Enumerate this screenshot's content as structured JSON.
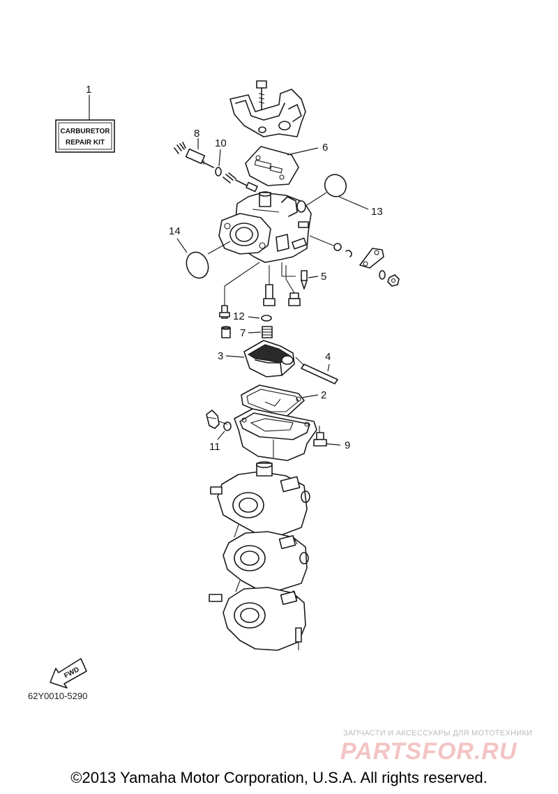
{
  "kit_box": {
    "line1": "CARBURETOR",
    "line2": "REPAIR KIT"
  },
  "callouts": [
    {
      "id": "1",
      "label": "1"
    },
    {
      "id": "2",
      "label": "2"
    },
    {
      "id": "3",
      "label": "3"
    },
    {
      "id": "4",
      "label": "4"
    },
    {
      "id": "5",
      "label": "5"
    },
    {
      "id": "6",
      "label": "6"
    },
    {
      "id": "7",
      "label": "7"
    },
    {
      "id": "8",
      "label": "8"
    },
    {
      "id": "9",
      "label": "9"
    },
    {
      "id": "10",
      "label": "10"
    },
    {
      "id": "11",
      "label": "11"
    },
    {
      "id": "12",
      "label": "12"
    },
    {
      "id": "13",
      "label": "13"
    },
    {
      "id": "14",
      "label": "14"
    }
  ],
  "fwd_label": "FWD",
  "drawing_code": "62Y0010-5290",
  "watermark": {
    "subtitle": "ЗАПЧАСТИ И АКСЕССУАРЫ ДЛЯ МОТОТЕХНИКИ",
    "brand": "PARTSFOR.RU"
  },
  "copyright": "©2013 Yamaha Motor Corporation, U.S.A. All rights reserved."
}
